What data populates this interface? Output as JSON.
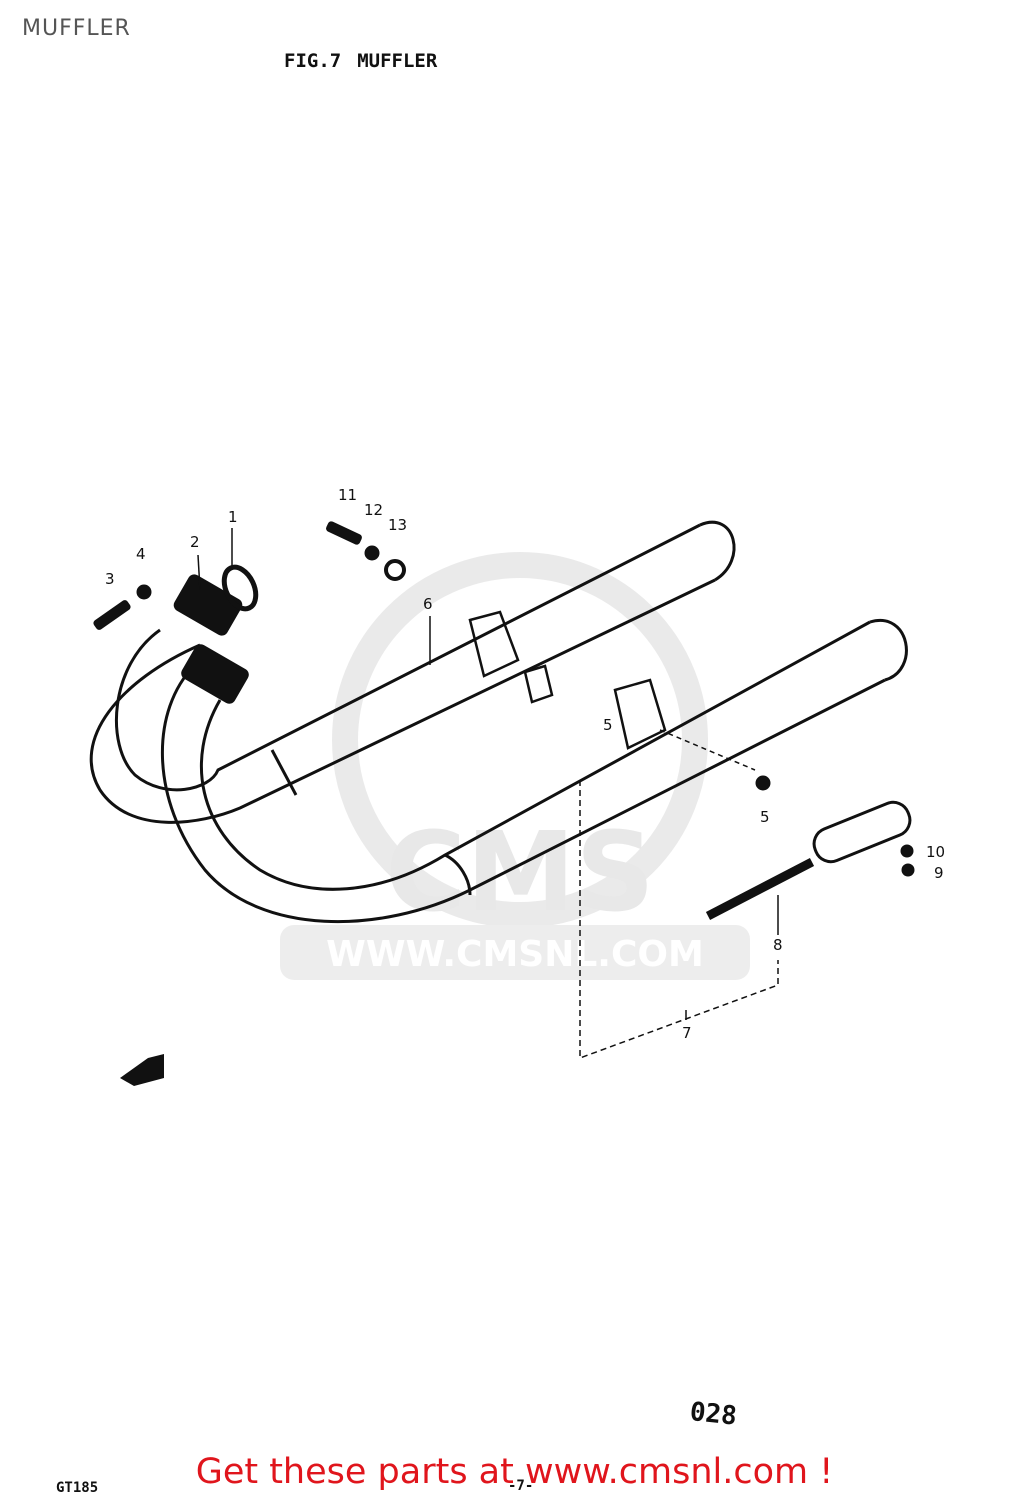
{
  "header": {
    "page_label": "MUFFLER"
  },
  "figure": {
    "fig_label": "FIG.7",
    "title": "MUFFLER"
  },
  "callouts": [
    "1",
    "2",
    "3",
    "4",
    "5",
    "5",
    "6",
    "7",
    "8",
    "9",
    "10",
    "11",
    "12",
    "13"
  ],
  "watermark": {
    "text": "WWW.CMSNL.COM",
    "logo_text": "CMS"
  },
  "stamp": {
    "code": "028"
  },
  "footer": {
    "model_code": "GT185",
    "page_number": "-7-",
    "cta": "Get these parts at www.cmsnl.com !"
  }
}
